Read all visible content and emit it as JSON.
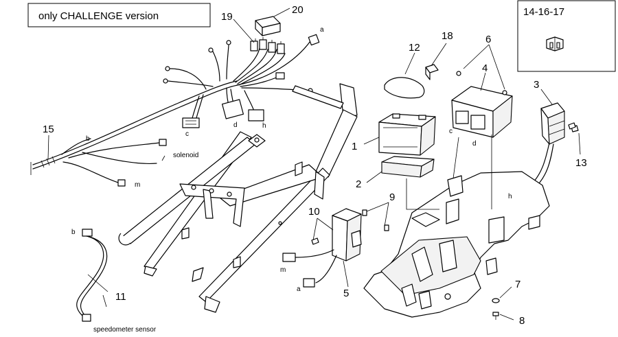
{
  "diagram": {
    "version_note": "only CHALLENGE version",
    "fuse_box_label": "14-16-17",
    "callouts": {
      "c1": "1",
      "c2": "2",
      "c3": "3",
      "c4": "4",
      "c5": "5",
      "c6": "6",
      "c7": "7",
      "c8": "8",
      "c9": "9",
      "c10": "10",
      "c11": "11",
      "c12": "12",
      "c13": "13",
      "c15": "15",
      "c18": "18",
      "c19": "19",
      "c20": "20"
    },
    "connector_letters": {
      "a": "a",
      "b": "b",
      "c": "c",
      "d": "d",
      "h": "h",
      "m": "m"
    },
    "annotations": {
      "solenoid": "solenoid",
      "speedometer_sensor": "speedometer sensor"
    }
  }
}
